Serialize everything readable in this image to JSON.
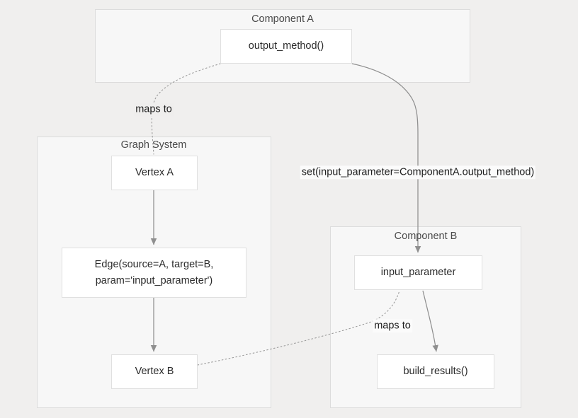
{
  "diagram": {
    "type": "flowchart",
    "background_color": "#f0efee",
    "cluster_fill": "#f7f7f7",
    "cluster_stroke": "#dcdcdc",
    "node_fill": "#ffffff",
    "node_stroke": "#e0e0e0",
    "edge_color": "#8f8f8f",
    "text_color": "#2b2b2b",
    "clusters": [
      {
        "id": "component_a",
        "title": "Component A"
      },
      {
        "id": "graph_system",
        "title": "Graph System"
      },
      {
        "id": "component_b",
        "title": "Component B"
      }
    ],
    "nodes": [
      {
        "id": "output_method",
        "label": "output_method()",
        "cluster": "component_a"
      },
      {
        "id": "vertex_a",
        "label": "Vertex A",
        "cluster": "graph_system"
      },
      {
        "id": "edge_obj",
        "label": "Edge(source=A, target=B,\nparam='input_parameter')",
        "line1": "Edge(source=A, target=B,",
        "line2": "param='input_parameter')",
        "cluster": "graph_system"
      },
      {
        "id": "vertex_b",
        "label": "Vertex B",
        "cluster": "graph_system"
      },
      {
        "id": "input_parameter",
        "label": "input_parameter",
        "cluster": "component_b"
      },
      {
        "id": "build_results",
        "label": "build_results()",
        "cluster": "component_b"
      }
    ],
    "edges": [
      {
        "id": "edge-output-to-vertexa",
        "from": "output_method",
        "to": "vertex_a",
        "label": "maps to",
        "style": "dotted",
        "arrow": false
      },
      {
        "id": "edge-output-to-inputparam",
        "from": "output_method",
        "to": "input_parameter",
        "label": "set(input_parameter=ComponentA.output_method)",
        "style": "solid",
        "arrow": true
      },
      {
        "id": "edge-vertexa-to-edgeobj",
        "from": "vertex_a",
        "to": "edge_obj",
        "label": "",
        "style": "solid",
        "arrow": true
      },
      {
        "id": "edge-edgeobj-to-vertexb",
        "from": "edge_obj",
        "to": "vertex_b",
        "label": "",
        "style": "solid",
        "arrow": true
      },
      {
        "id": "edge-vertexb-to-inputparam",
        "from": "vertex_b",
        "to": "input_parameter",
        "label": "maps to",
        "style": "dotted",
        "arrow": false
      },
      {
        "id": "edge-inputparam-to-buildresults",
        "from": "input_parameter",
        "to": "build_results",
        "label": "",
        "style": "solid",
        "arrow": true
      }
    ],
    "labels": {
      "maps_to_top": "maps to",
      "maps_to_bottom": "maps to",
      "set_call": "set(input_parameter=ComponentA.output_method)"
    }
  }
}
